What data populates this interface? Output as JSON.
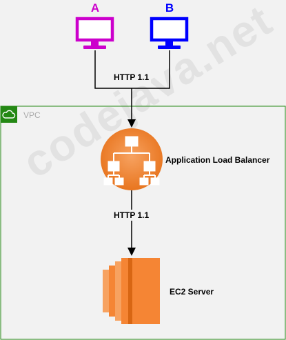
{
  "clients": [
    {
      "label": "A",
      "color": "#cc00cc",
      "icon": "monitor-icon"
    },
    {
      "label": "B",
      "color": "#0000ff",
      "icon": "monitor-icon"
    }
  ],
  "connections": {
    "top_protocol": "HTTP 1.1",
    "bottom_protocol": "HTTP 1.1"
  },
  "vpc": {
    "label": "VPC",
    "icon": "cloud-icon",
    "border_color": "#248814"
  },
  "load_balancer": {
    "label": "Application Load Balancer",
    "icon": "hierarchy-icon",
    "color": "#f58534"
  },
  "server": {
    "label": "EC2 Server",
    "icon": "ec2-instance-icon",
    "color": "#f58534"
  },
  "watermark": "codejava.net"
}
